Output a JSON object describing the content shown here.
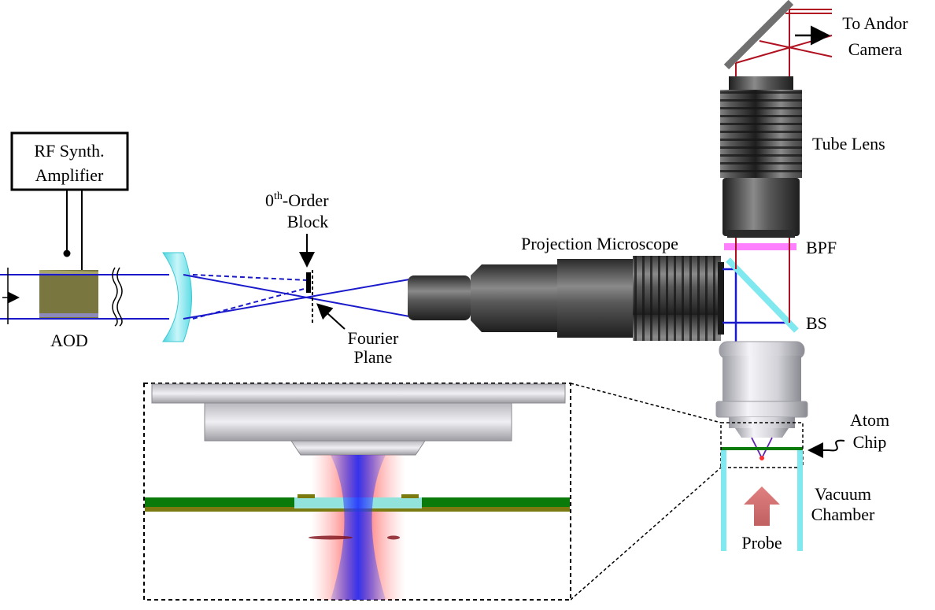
{
  "labels": {
    "rf_box_line1": "RF Synth.",
    "rf_box_line2": "Amplifier",
    "aod": "AOD",
    "zero_order_line1_base": "0",
    "zero_order_line1_sup": "th",
    "zero_order_line1_rest": "-Order",
    "zero_order_line2": "Block",
    "fourier_line1": "Fourier",
    "fourier_line2": "Plane",
    "projection_microscope": "Projection  Microscope",
    "to_andor_line1": "To Andor",
    "to_andor_line2": "Camera",
    "tube_lens": "Tube Lens",
    "bpf": "BPF",
    "bs": "BS",
    "atom_chip_line1": "Atom",
    "atom_chip_line2": "Chip",
    "vacuum_line1": "Vacuum",
    "vacuum_line2": "Chamber",
    "probe": "Probe"
  },
  "colors": {
    "beam_blue": "#1a1acc",
    "beam_red": "#b01020",
    "filter_magenta": "#ff80ff",
    "glass_cyan": "#80e8ef",
    "chip_green": "#0a7a0a",
    "aod_olive": "#7a7640",
    "probe_arrow": "#d67878"
  }
}
